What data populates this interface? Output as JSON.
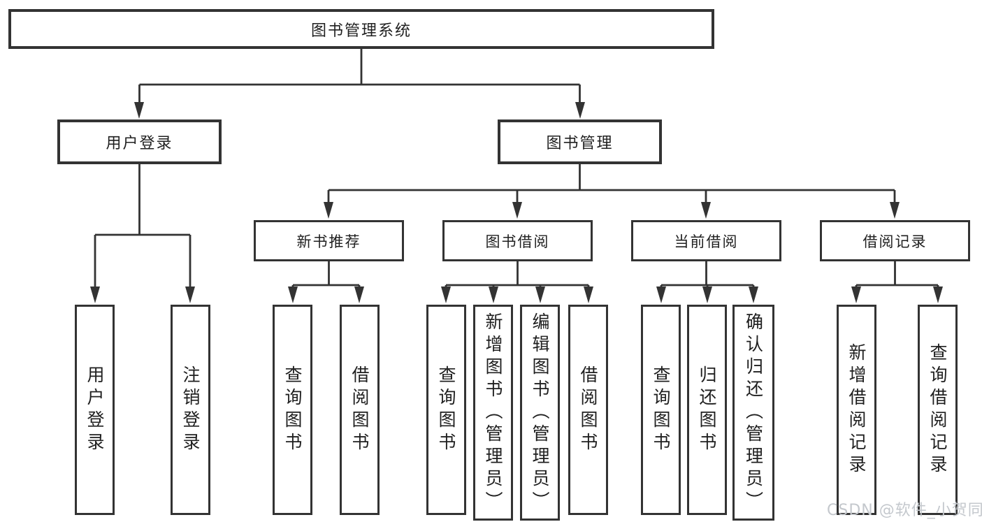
{
  "diagram": {
    "root": {
      "label": "图书管理系统"
    },
    "branches": [
      {
        "label": "用户登录",
        "children": [
          {
            "label": "用户登录"
          },
          {
            "label": "注销登录"
          }
        ]
      },
      {
        "label": "图书管理",
        "children": [
          {
            "label": "新书推荐",
            "children": [
              {
                "label": "查询图书"
              },
              {
                "label": "借阅图书"
              }
            ]
          },
          {
            "label": "图书借阅",
            "children": [
              {
                "label": "查询图书"
              },
              {
                "label": "新增图书（管理员）"
              },
              {
                "label": "编辑图书（管理员）"
              },
              {
                "label": "借阅图书"
              }
            ]
          },
          {
            "label": "当前借阅",
            "children": [
              {
                "label": "查询图书"
              },
              {
                "label": "归还图书"
              },
              {
                "label": "确认归还（管理员）"
              }
            ]
          },
          {
            "label": "借阅记录",
            "children": [
              {
                "label": "新增借阅记录"
              },
              {
                "label": "查询借阅记录"
              }
            ]
          }
        ]
      }
    ]
  },
  "watermark": {
    "text": "CSDN @软件_小贺同学",
    "color": "#c4c8cd"
  },
  "colors": {
    "line": "#333333",
    "box_border": "#333333",
    "box_fill": "#ffffff",
    "text": "#1f1f1f",
    "background": "#ffffff"
  }
}
